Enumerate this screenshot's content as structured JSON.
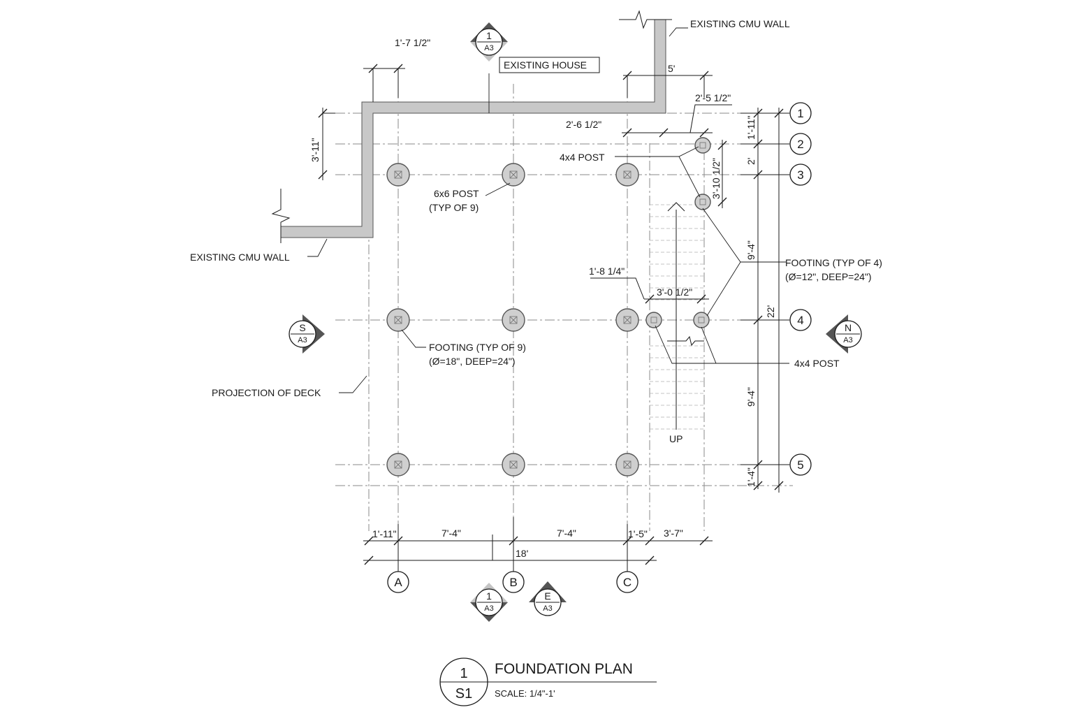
{
  "labels": {
    "existing_cmu_wall_top": "EXISTING CMU WALL",
    "existing_cmu_wall_left": "EXISTING CMU WALL",
    "existing_house": "EXISTING HOUSE",
    "post_6x6": "6x6 POST",
    "post_6x6_typ": "(TYP OF 9)",
    "post_4x4_upper": "4x4 POST",
    "post_4x4_lower": "4x4 POST",
    "footing9": "FOOTING (TYP OF 9)",
    "footing9_spec": "(Ø=18\", DEEP=24\")",
    "footing4": "FOOTING (TYP OF 4)",
    "footing4_spec": "(Ø=12\", DEEP=24\")",
    "projection_of_deck": "PROJECTION OF DECK",
    "stair_up": "UP"
  },
  "dimensions": {
    "d_1_7_half": "1'-7 1/2\"",
    "d_5": "5'",
    "d_2_5_half": "2'-5 1/2\"",
    "d_2_6_half": "2'-6 1/2\"",
    "d_3_11": "3'-11\"",
    "d_1_11_right": "1'-11\"",
    "d_2": "2'",
    "d_3_10_half": "3'-10 1/2\"",
    "d_9_4_upper": "9'-4\"",
    "d_22": "22'",
    "d_9_4_lower": "9'-4\"",
    "d_1_4": "1'-4\"",
    "d_1_8_quarter": "1'-8 1/4\"",
    "d_3_0_half": "3'-0 1/2\"",
    "d_1_11_bottom": "1'-11\"",
    "d_7_4_left": "7'-4\"",
    "d_7_4_right": "7'-4\"",
    "d_1_5": "1'-5\"",
    "d_3_7": "3'-7\"",
    "d_18": "18'"
  },
  "grid_rows": [
    "1",
    "2",
    "3",
    "4",
    "5"
  ],
  "grid_cols": [
    "A",
    "B",
    "C"
  ],
  "section_markers": {
    "top": {
      "top": "1",
      "bottom": "A3"
    },
    "bottom": {
      "top": "1",
      "bottom": "A3"
    },
    "south": {
      "top": "S",
      "bottom": "A3"
    },
    "north": {
      "top": "N",
      "bottom": "A3"
    },
    "east": {
      "top": "E",
      "bottom": "A3"
    }
  },
  "title_block": {
    "number": "1",
    "sheet": "S1",
    "title": "FOUNDATION PLAN",
    "scale": "SCALE: 1/4\"-1'"
  },
  "colors": {
    "line": "#1a1a1a",
    "wall_fill": "#c8c8c8",
    "footing_fill": "#cfcfcf",
    "grid": "#8a8a8a"
  }
}
